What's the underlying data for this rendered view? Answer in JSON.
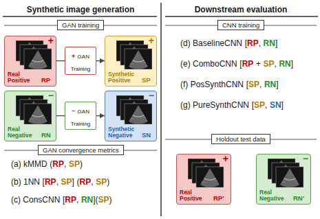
{
  "diagram": {
    "nodes": [
      {
        "text": [
          "GAN training"
        ]
      },
      {
        "text": [
          "+",
          "Real Positive",
          "RP"
        ]
      },
      {
        "text": [
          "+",
          "GAN Training"
        ]
      },
      {
        "text": [
          "+",
          "Synthetic Positive",
          "SP"
        ]
      },
      {
        "text": [
          "−",
          "Real Negative",
          "RN"
        ]
      },
      {
        "text": [
          "−",
          "GAN Training"
        ]
      },
      {
        "text": [
          "−",
          "Synthetic Negative",
          "SN"
        ]
      },
      {
        "text": [
          "GAN convergence metrics"
        ]
      },
      {
        "text": [
          "CNN training"
        ]
      },
      {
        "text": [
          "Holdout test data"
        ]
      },
      {
        "text": [
          "+",
          "Real Positive",
          "RP′"
        ]
      },
      {
        "text": [
          "−",
          "Real Negative",
          "RN′"
        ]
      }
    ],
    "edges": [
      {
        "from": 1,
        "to": 2,
        "arrow": "none"
      },
      {
        "from": 2,
        "to": 3,
        "arrow": "to"
      },
      {
        "from": 4,
        "to": 5,
        "arrow": "none"
      },
      {
        "from": 5,
        "to": 6,
        "arrow": "to"
      }
    ],
    "labels": [
      "Synthetic image generation",
      "(a) kMMD",
      "(",
      "RP",
      ",",
      "SP",
      ")",
      "(b) 1NN",
      "[",
      "RP",
      ",",
      "SP",
      "]",
      "(",
      "RP",
      ",",
      "SP",
      ")",
      "(c) ConsCNN",
      "[",
      "RP",
      ",",
      "RN",
      "]",
      "(",
      "SP",
      ")",
      "Downstream evaluation",
      "(d) BaselineCNN",
      "[",
      "RP",
      ",",
      "RN",
      "]",
      "(e) ComboCNN",
      "[",
      "RP",
      "+",
      "SP",
      ",",
      "RN",
      "]",
      "(f) PosSynthCNN",
      "[",
      "SP",
      ",",
      "RN",
      "]",
      "(g) PureSynthCNN",
      "[",
      "SP",
      ",",
      "SN",
      "]"
    ]
  }
}
